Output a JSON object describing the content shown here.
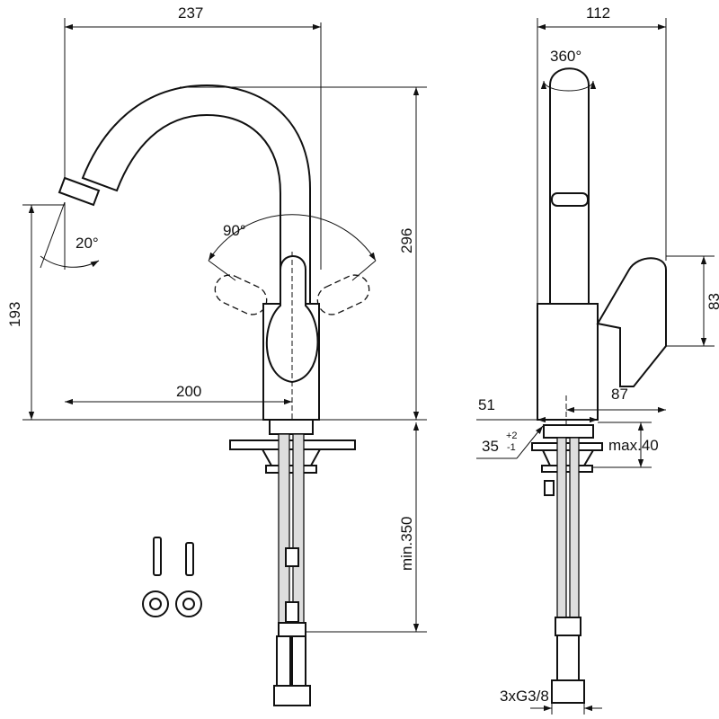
{
  "title": "Kitchen mixer tap dimension drawing",
  "dimensions": {
    "total_reach": "237",
    "side_depth": "112",
    "swivel": "360°",
    "spout_angle": "20°",
    "lever_angle": "90°",
    "total_height": "296",
    "outlet_height": "193",
    "handle_height": "83",
    "spout_reach": "200",
    "base_diameter": "51",
    "handle_depth": "87",
    "hole_diameter": "35",
    "hole_tol_plus": "+2",
    "hole_tol_minus": "-1",
    "max_thickness": "max.40",
    "hose_length": "min.350",
    "connections": "3xG3/8"
  },
  "colors": {
    "line": "#111111",
    "background": "#ffffff"
  }
}
